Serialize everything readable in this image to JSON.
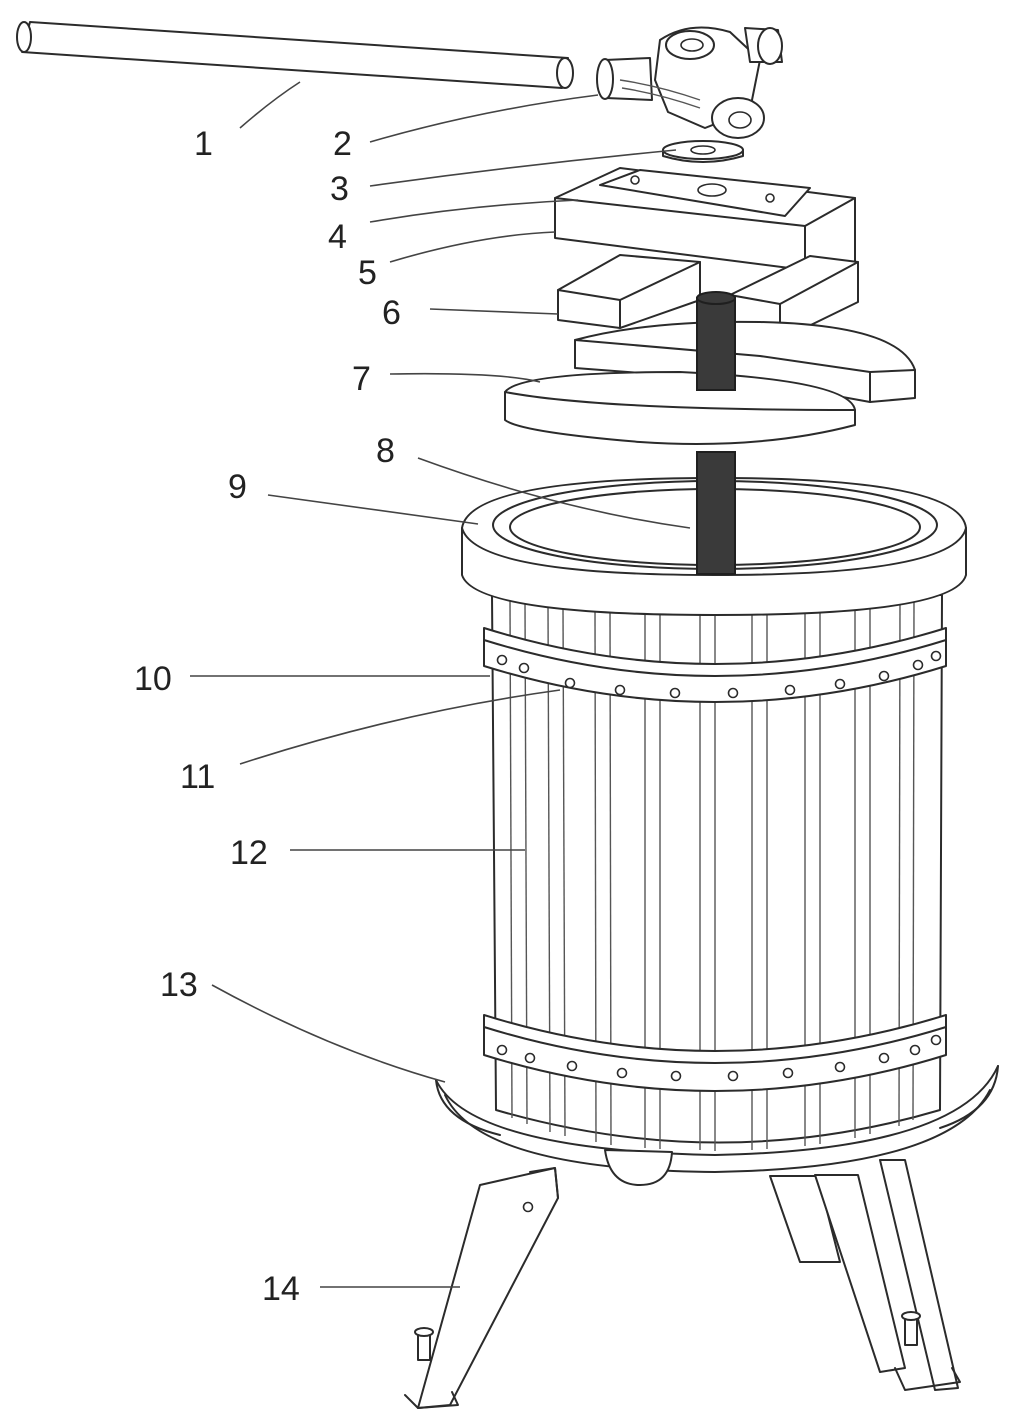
{
  "labels": {
    "l1": "1",
    "l2": "2",
    "l3": "3",
    "l4": "4",
    "l5": "5",
    "l6": "6",
    "l7": "7",
    "l8": "8",
    "l9": "9",
    "l10": "10",
    "l11": "11",
    "l12": "12",
    "l13": "13",
    "l14": "14"
  },
  "colors": {
    "line": "#2b2b2b",
    "shaft": "#3a3a3a",
    "background": "#ffffff"
  }
}
